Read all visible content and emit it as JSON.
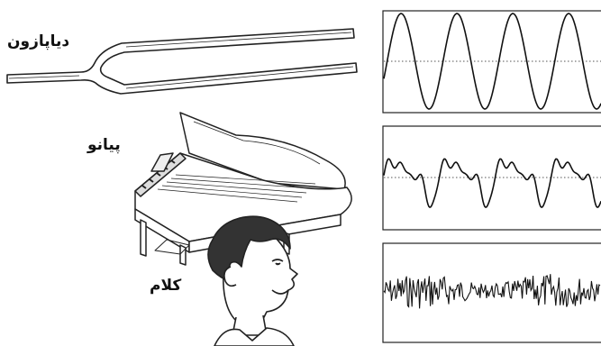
{
  "labels": {
    "tuning_fork": "دیاپازون",
    "piano": "پیانو",
    "speech": "کلام"
  },
  "panels": [
    {
      "name": "tuning-fork-waveform",
      "type": "sine"
    },
    {
      "name": "piano-waveform",
      "type": "periodic-complex"
    },
    {
      "name": "speech-waveform",
      "type": "noise"
    }
  ],
  "colors": {
    "line": "#111111",
    "background": "#ffffff"
  }
}
